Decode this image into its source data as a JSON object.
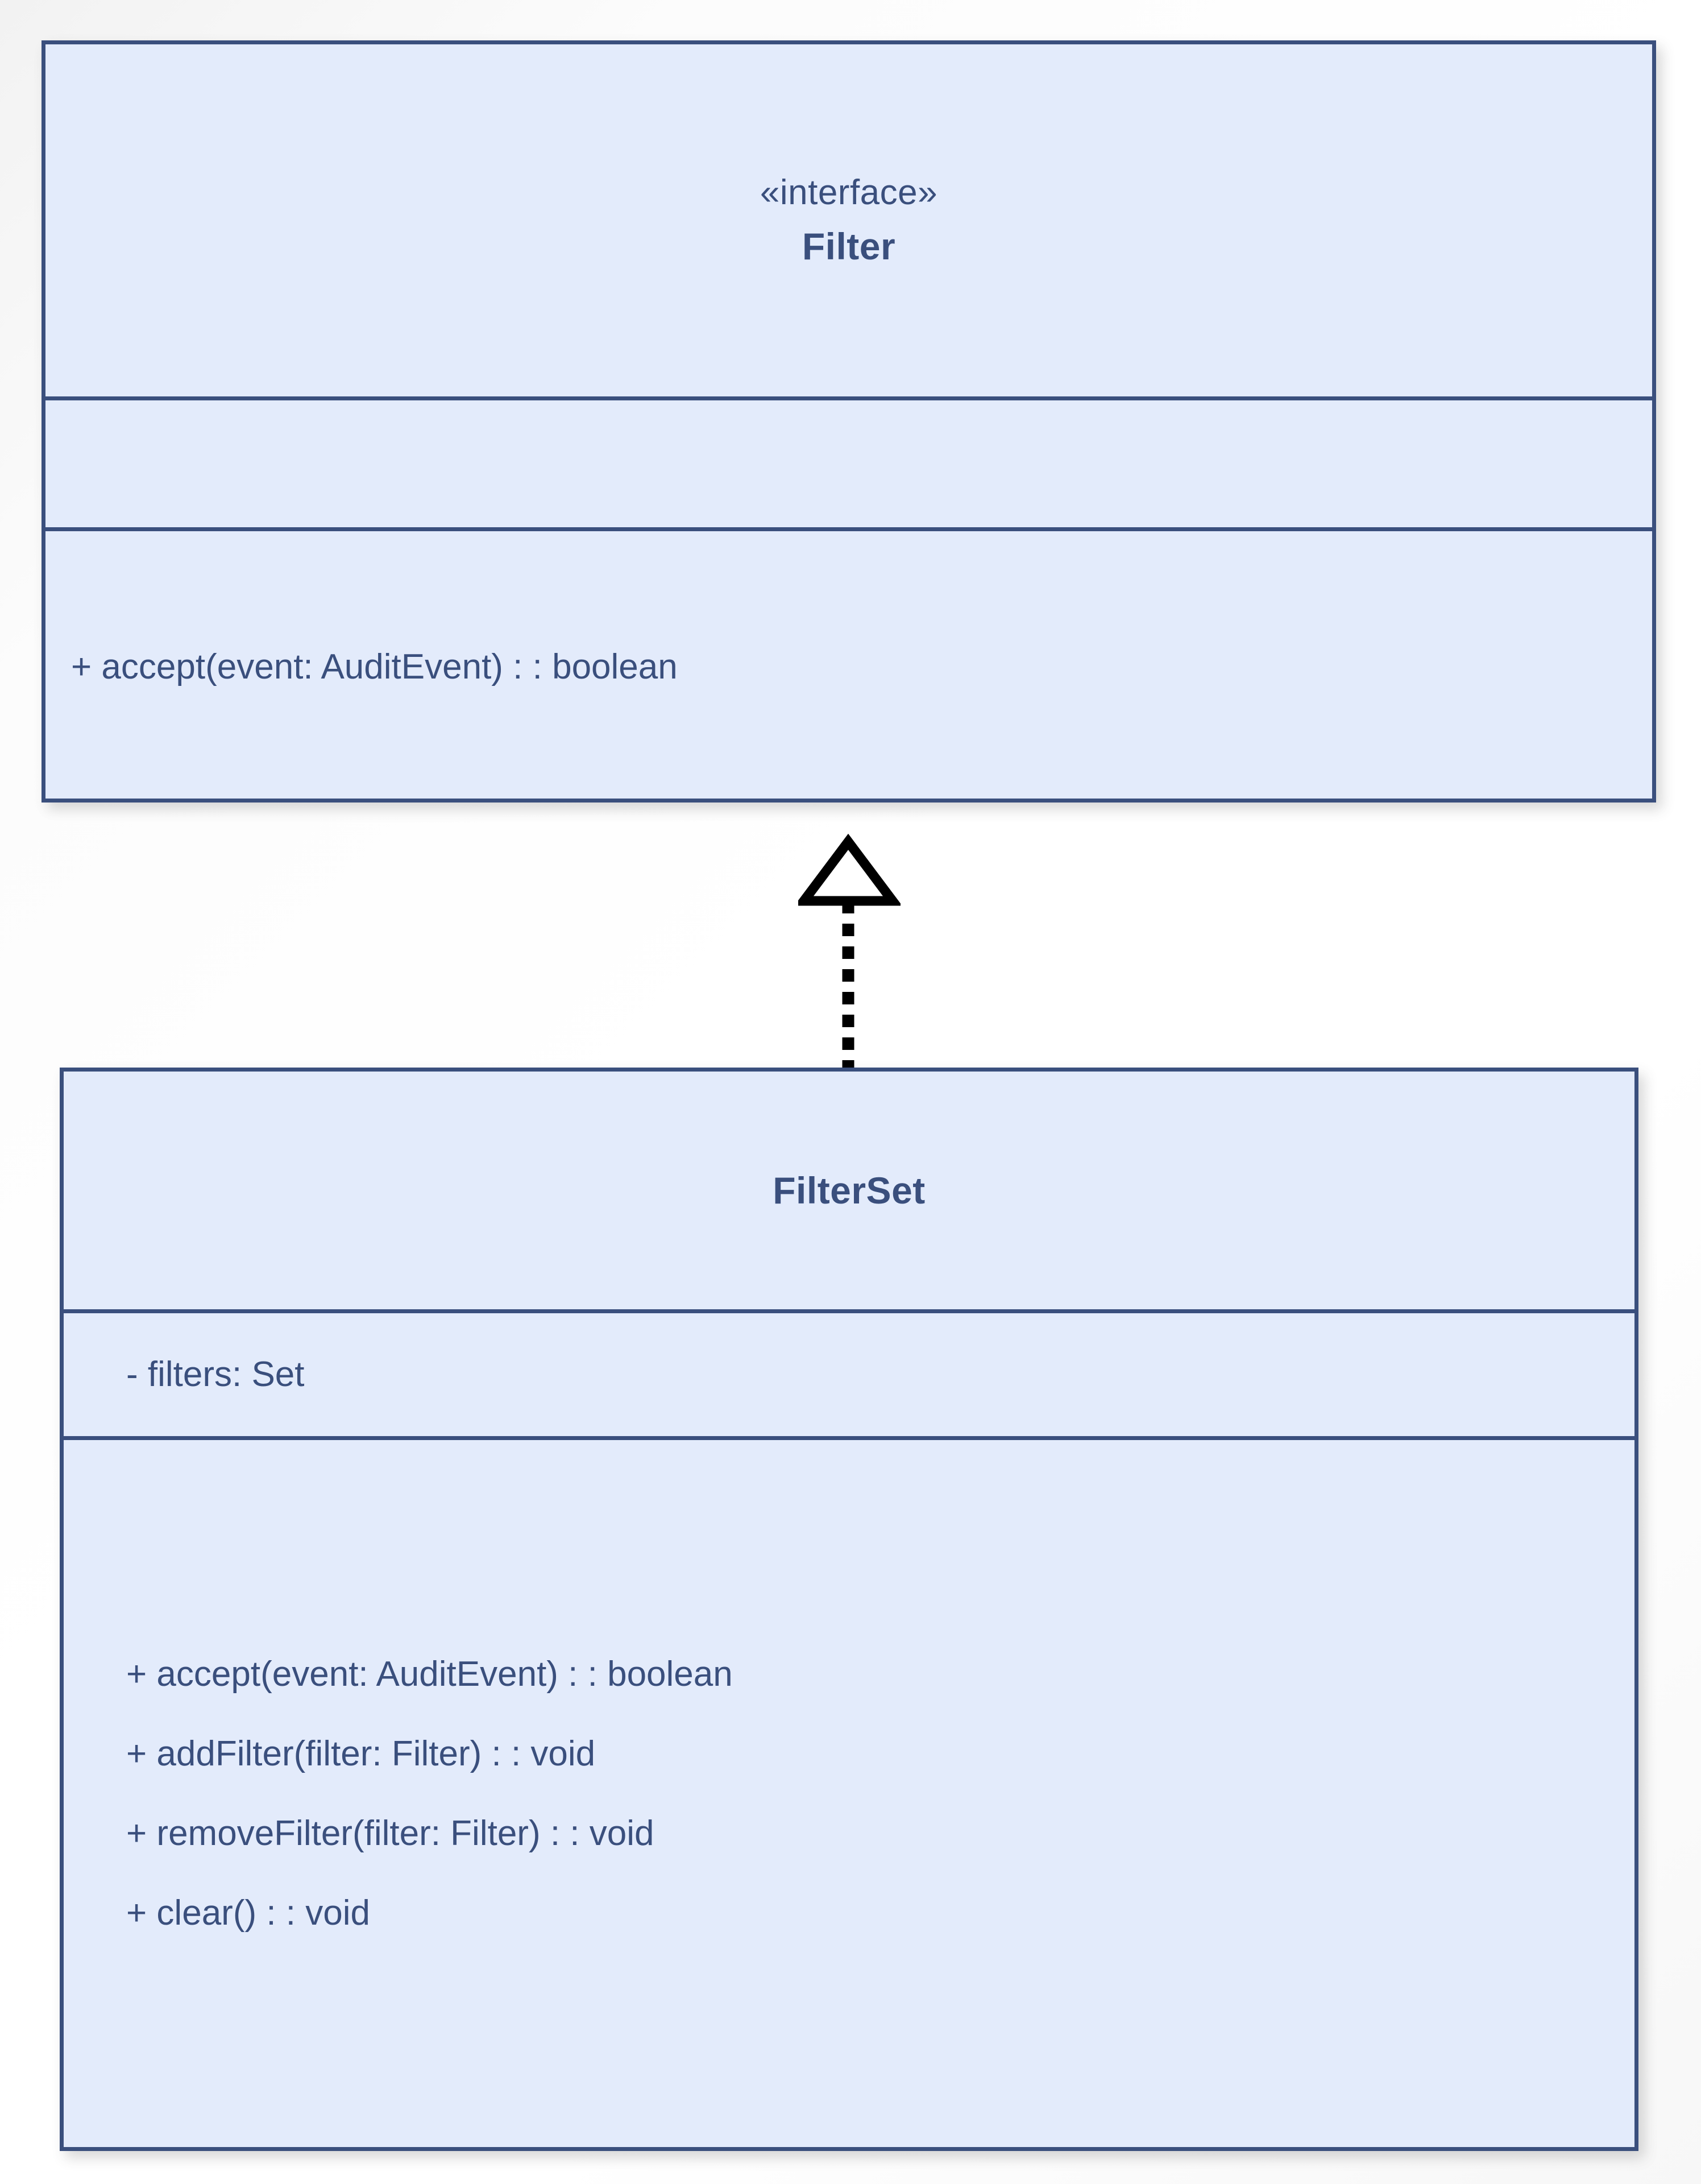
{
  "diagram": {
    "type": "uml-class-diagram",
    "title": "",
    "background_color": "#ffffff",
    "class_fill_color": "#e3ebfb",
    "class_border_color": "#3a4f7d",
    "text_color": "#3a4f7d",
    "connector_color": "#000000"
  },
  "classes": [
    {
      "id": "filter",
      "stereotype": "«interface»",
      "name": "Filter",
      "attributes": [],
      "operations": [
        "+ accept(event: AuditEvent) : : boolean"
      ]
    },
    {
      "id": "filterset",
      "stereotype": "",
      "name": "FilterSet",
      "attributes": [
        "- filters: Set"
      ],
      "operations": [
        "+ accept(event: AuditEvent) : : boolean",
        "+ addFilter(filter: Filter) : : void",
        "+ removeFilter(filter: Filter) : : void",
        "+ clear() : : void"
      ]
    }
  ],
  "relationships": [
    {
      "id": "realization-filterset-filter",
      "kind": "realization",
      "label": "",
      "source": "FilterSet",
      "target": "Filter",
      "line_style": "dotted",
      "arrowhead": "hollow-triangle"
    }
  ]
}
